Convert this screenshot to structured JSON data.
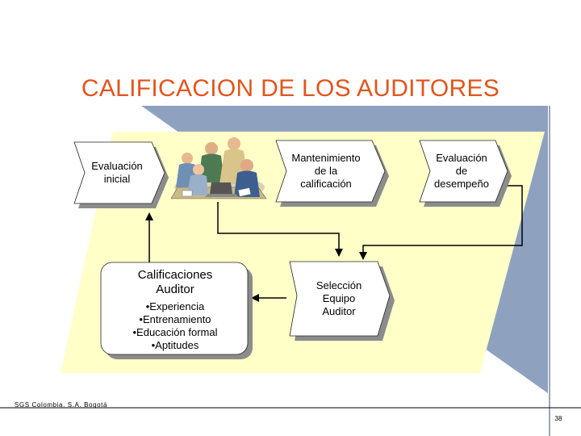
{
  "slide": {
    "title": "CALIFICACION DE LOS AUDITORES",
    "footer": "SGS Colombia. S.A. Bogotá",
    "page_number": "38"
  },
  "diagram": {
    "nodes": {
      "evaluacion_inicial": {
        "line1": "Evaluación",
        "line2": "inicial"
      },
      "mantenimiento": {
        "line1": "Mantenimiento",
        "line2": "de la",
        "line3": "calificación"
      },
      "evaluacion_desempeno": {
        "line1": "Evaluación",
        "line2": "de",
        "line3": "desempeño"
      },
      "calificaciones": {
        "title_line1": "Calificaciones",
        "title_line2": "Auditor",
        "items": [
          "•Experiencia",
          "•Entrenamiento",
          "•Educación formal",
          "•Aptitudes"
        ]
      },
      "seleccion": {
        "line1": "Selección",
        "line2": "Equipo",
        "line3": "Auditor"
      }
    },
    "image": {
      "icon": "business-meeting-clipart-icon"
    }
  },
  "colors": {
    "title": "#e0561e",
    "background_band": "#ffffc8",
    "background_triangle": "#8ea2c0",
    "shape_fill": "#ffffff",
    "shape_shadow": "#8c8c8c"
  }
}
